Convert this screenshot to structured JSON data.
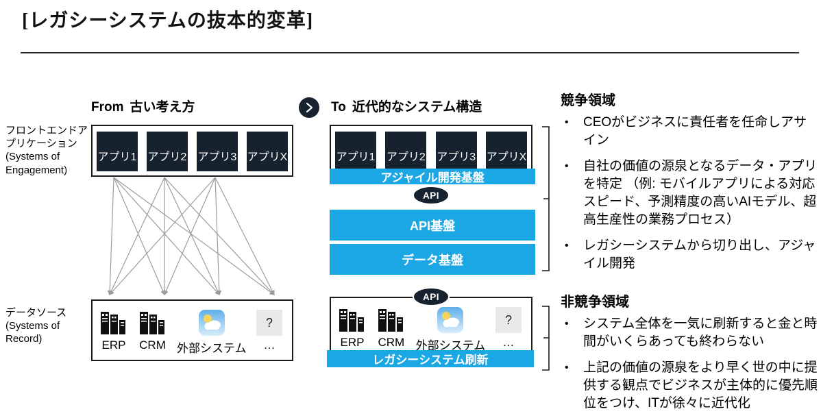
{
  "page": {
    "title": "[レガシーシステムの抜本的変革]"
  },
  "header": {
    "from_label": "From",
    "from_title": "古い考え方",
    "to_label": "To",
    "to_title": "近代的なシステム構造"
  },
  "row_labels": {
    "frontend": "フロントエンドアプリケーション(Systems of Engagement)",
    "datasource": "データソース (Systems of Record)"
  },
  "diagram": {
    "api_badge": "API",
    "from": {
      "apps": [
        "アプリ1",
        "アプリ2",
        "アプリ3",
        "アプリX"
      ],
      "sources": [
        {
          "icon": "server-icon",
          "label": "ERP"
        },
        {
          "icon": "server-icon",
          "label": "CRM"
        },
        {
          "icon": "weather-app-icon",
          "label": "外部システム"
        },
        {
          "icon": "question-mark-icon",
          "icon_text": "?",
          "label": "…"
        }
      ]
    },
    "to": {
      "apps": [
        "アプリ1",
        "アプリ2",
        "アプリ3",
        "アプリX"
      ],
      "platform": {
        "agile": "アジャイル開発基盤",
        "api": "API基盤",
        "data": "データ基盤"
      },
      "legacy": "レガシーシステム刷新",
      "sources": [
        {
          "icon": "server-icon",
          "label": "ERP"
        },
        {
          "icon": "server-icon",
          "label": "CRM"
        },
        {
          "icon": "weather-app-icon",
          "label": "外部システム"
        },
        {
          "icon": "question-mark-icon",
          "icon_text": "?",
          "label": "…"
        }
      ]
    }
  },
  "annotations": {
    "competitive": {
      "heading": "競争領域",
      "bullets": [
        "CEOがビジネスに責任者を任命しアサイン",
        "自社の価値の源泉となるデータ・アプリを特定 （例: モバイルアプリによる対応スピード、予測精度の高いAIモデル、超高生産性の業務プロセス）",
        "レガシーシステムから切り出し、アジャイル開発"
      ]
    },
    "non_competitive": {
      "heading": "非競争領域",
      "bullets": [
        "システム全体を一気に刷新すると金と時間がいくらあっても終わらない",
        "上記の価値の源泉をより早く世の中に提供する観点でビジネスが主体的に優先順位をつけ、ITが徐々に近代化"
      ]
    }
  },
  "colors": {
    "accent_cyan": "#1BA7E3",
    "dark_navy": "#16222E",
    "connector_gray": "#9c9c9c"
  }
}
